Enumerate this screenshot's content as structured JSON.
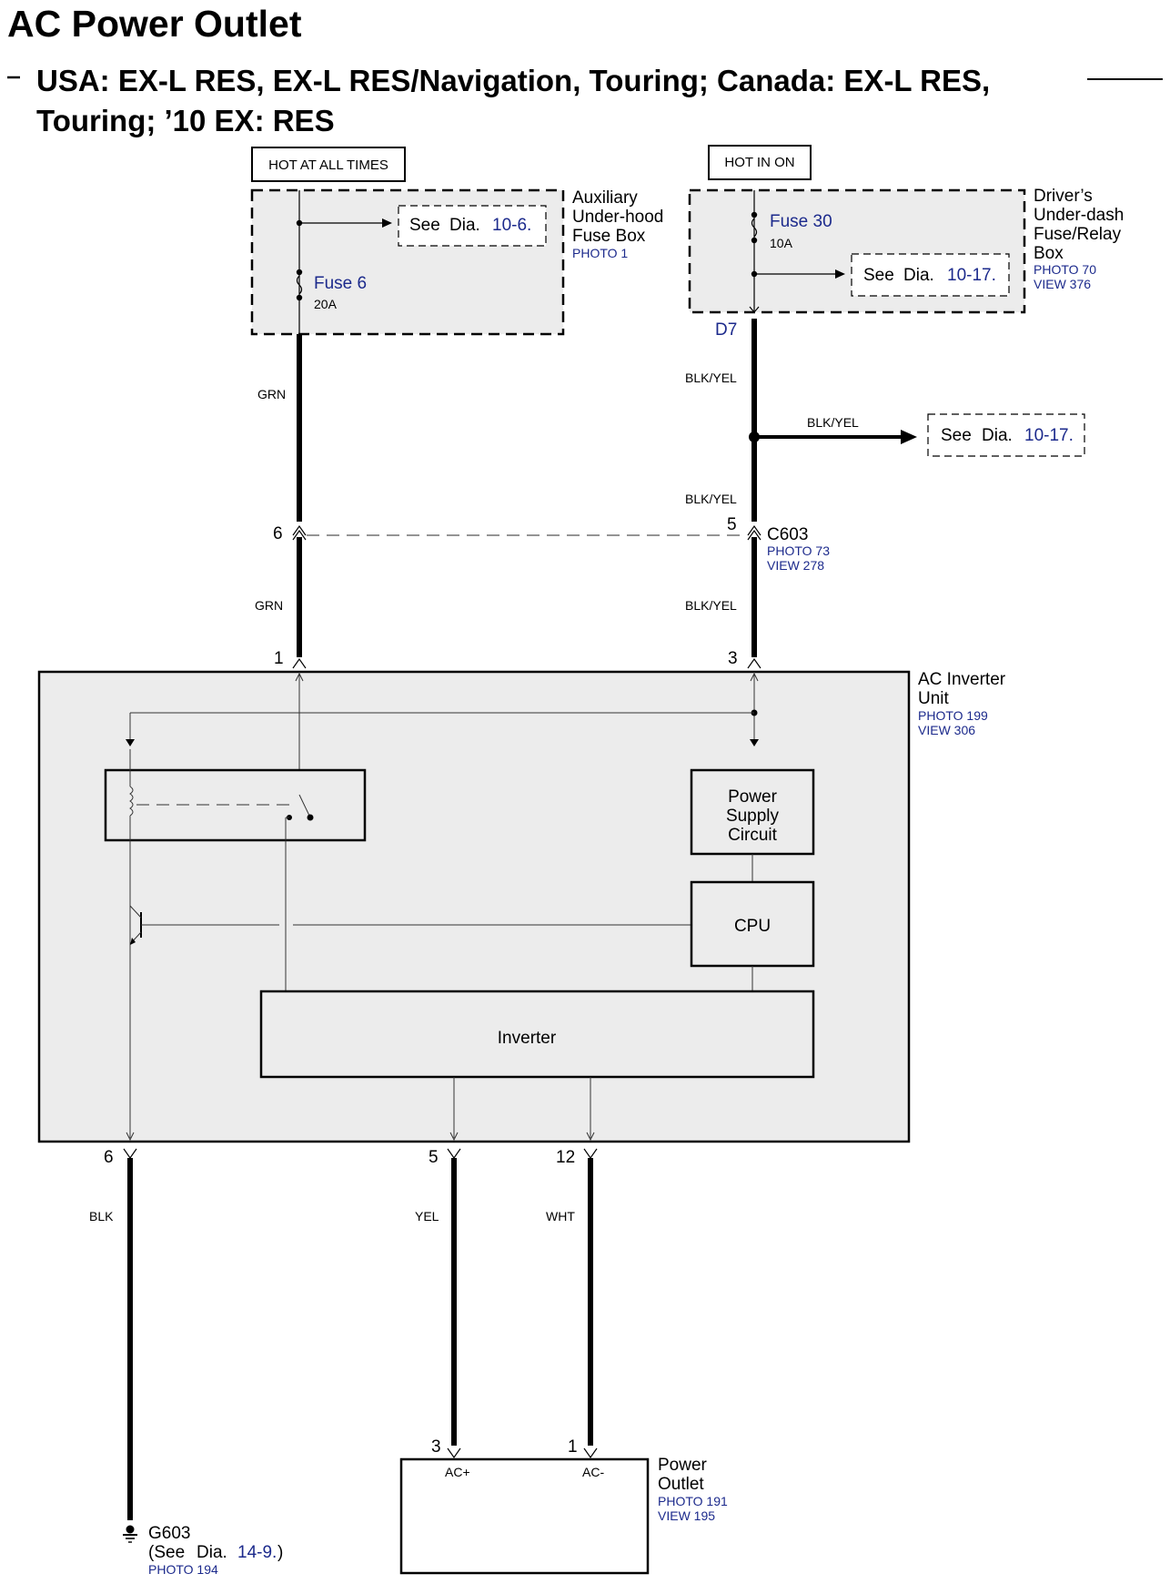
{
  "header": {
    "title": "AC Power Outlet",
    "subtitle_line1": "USA: EX-L RES, EX-L RES/Navigation, Touring; Canada: EX-L RES,",
    "subtitle_line2": "Touring; ’10 EX: RES"
  },
  "power_sources": {
    "left_tag": "HOT AT ALL TIMES",
    "right_tag": "HOT IN ON"
  },
  "aux_fuse_box": {
    "name_line1": "Auxiliary",
    "name_line2": "Under-hood",
    "name_line3": "Fuse Box",
    "photo": "PHOTO 1",
    "fuse_name": "Fuse 6",
    "fuse_rating": "20A",
    "see": "See",
    "dia": "Dia.",
    "ref": "10-6."
  },
  "driver_fuse_box": {
    "name_line1": "Driver’s",
    "name_line2": "Under-dash",
    "name_line3": "Fuse/Relay",
    "name_line4": "Box",
    "photo": "PHOTO 70",
    "view": "VIEW 376",
    "fuse_name": "Fuse 30",
    "fuse_rating": "10A",
    "see": "See",
    "dia": "Dia.",
    "ref": "10-17.",
    "terminal": "D7"
  },
  "wires": {
    "grn_upper": "GRN",
    "grn_lower": "GRN",
    "blkyel_1": "BLK/YEL",
    "blkyel_branch": "BLK/YEL",
    "blkyel_2": "BLK/YEL",
    "blkyel_3": "BLK/YEL",
    "blk": "BLK",
    "yel": "YEL",
    "wht": "WHT"
  },
  "branch_ref": {
    "see": "See",
    "dia": "Dia.",
    "ref": "10-17."
  },
  "connector_c603": {
    "name": "C603",
    "photo": "PHOTO 73",
    "view": "VIEW 278",
    "pin_left": "6",
    "pin_right": "5"
  },
  "inverter_unit": {
    "name_line1": "AC Inverter",
    "name_line2": "Unit",
    "photo": "PHOTO 199",
    "view": "VIEW 306",
    "pin_top_left": "1",
    "pin_top_right": "3",
    "pin_bottom_1": "6",
    "pin_bottom_2": "5",
    "pin_bottom_3": "12",
    "power_supply_line1": "Power",
    "power_supply_line2": "Supply",
    "power_supply_line3": "Circuit",
    "cpu": "CPU",
    "inverter": "Inverter"
  },
  "power_outlet": {
    "name_line1": "Power",
    "name_line2": "Outlet",
    "photo": "PHOTO 191",
    "view": "VIEW 195",
    "pin_left": "3",
    "pin_right": "1",
    "ac_plus": "AC+",
    "ac_minus": "AC-"
  },
  "ground": {
    "name": "G603",
    "see_prefix": "(See",
    "dia": "Dia.",
    "ref": "14-9.",
    "ref_suffix": ")",
    "photo": "PHOTO 194"
  }
}
